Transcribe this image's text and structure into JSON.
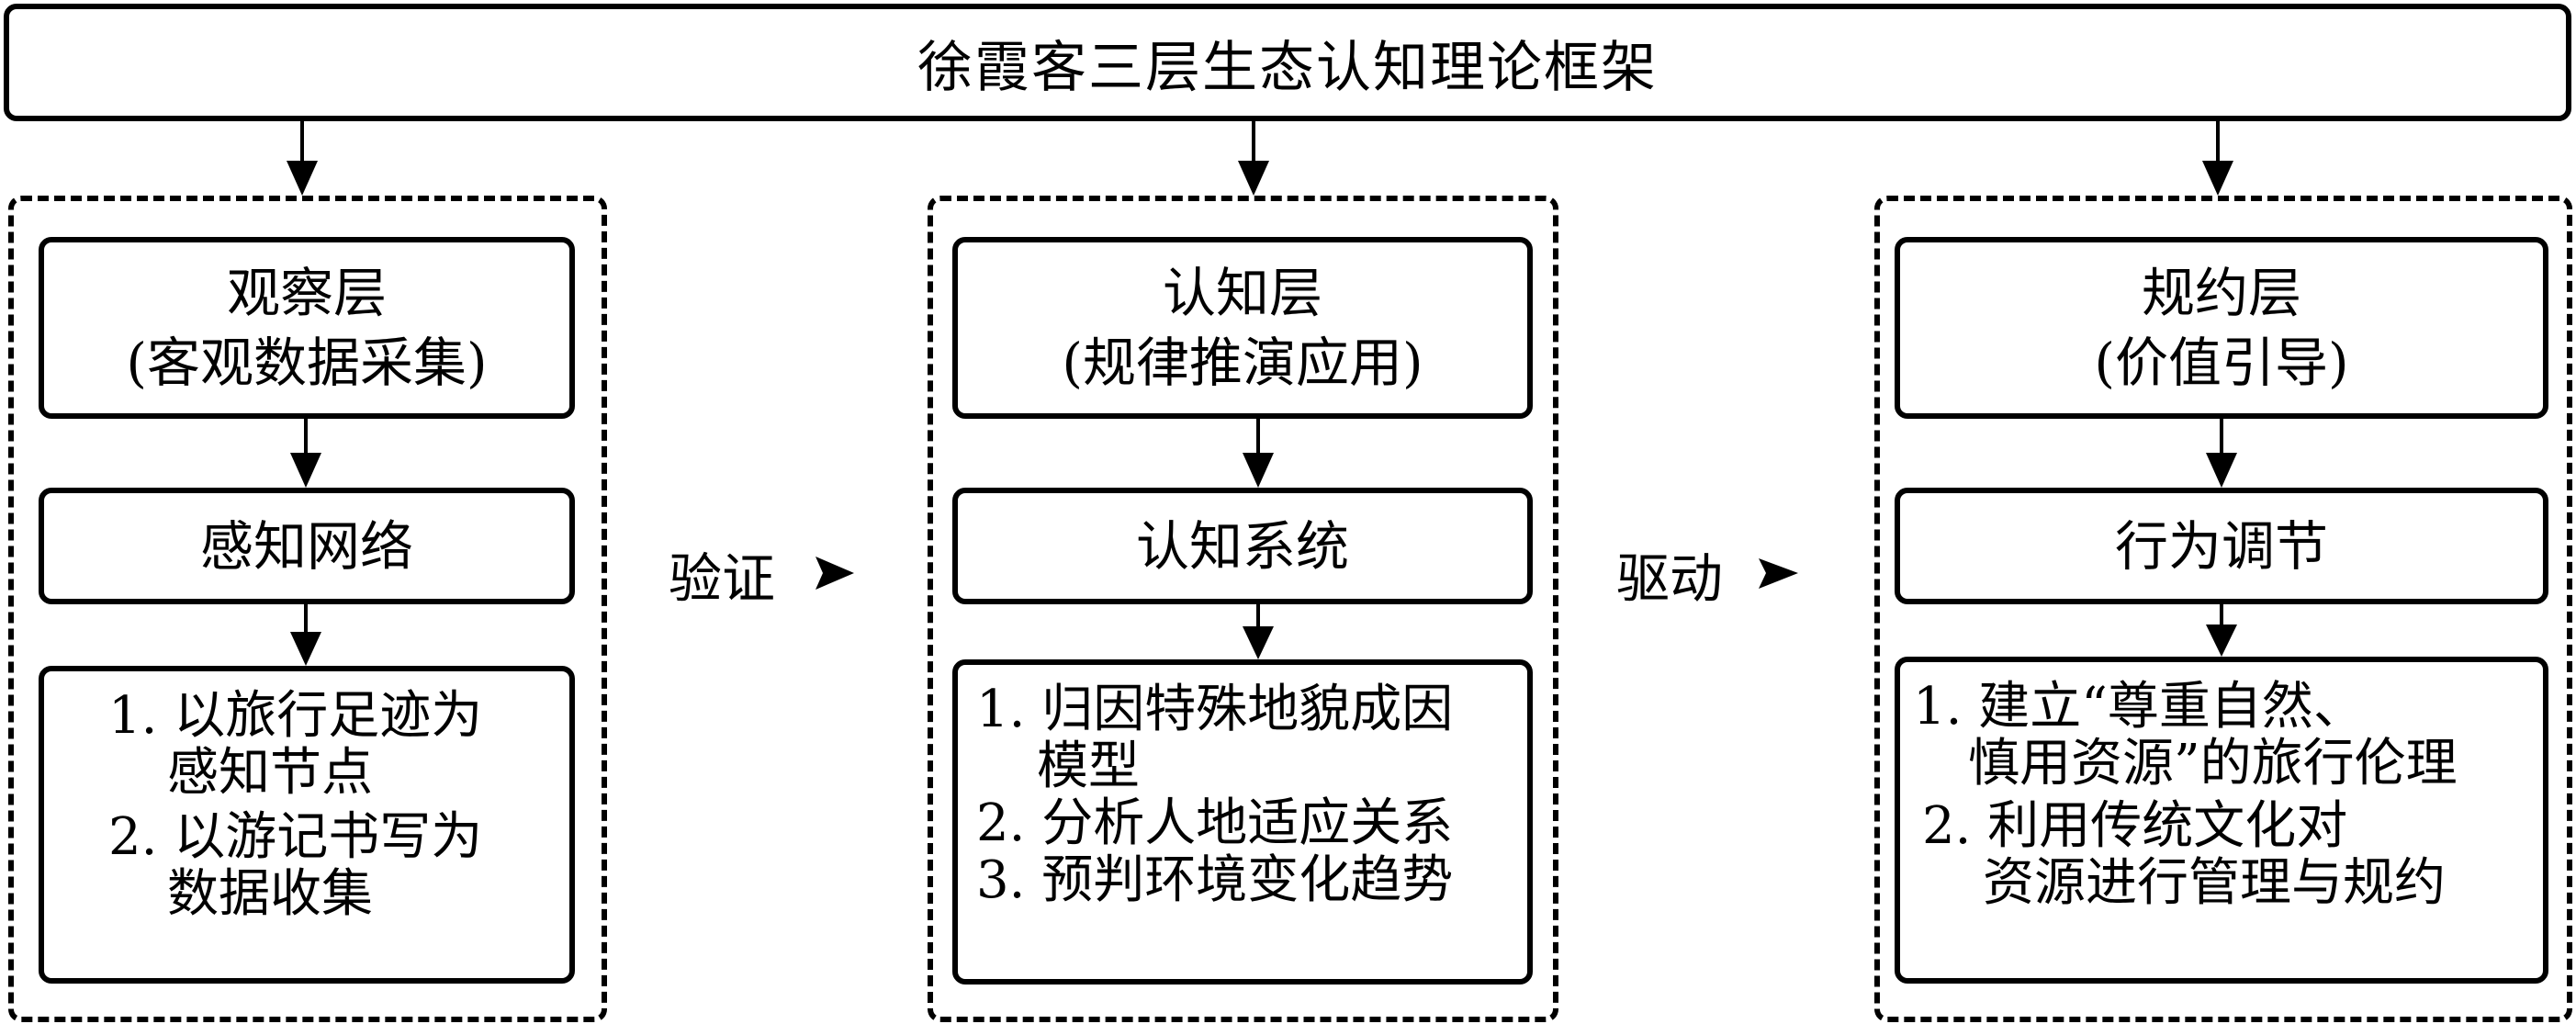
{
  "title": "徐霞客三层生态认知理论框架",
  "connectors": {
    "verify": "验证",
    "drive": "驱动"
  },
  "columns": [
    {
      "layer_name": "观察层",
      "layer_desc": "(客观数据采集)",
      "system": "感知网络",
      "items": [
        {
          "line1": "1. 以旅行足迹为",
          "line2": "感知节点"
        },
        {
          "line1": "2. 以游记书写为",
          "line2": "数据收集"
        }
      ]
    },
    {
      "layer_name": "认知层",
      "layer_desc": "(规律推演应用)",
      "system": "认知系统",
      "items": [
        {
          "line1": "1. 归因特殊地貌成因",
          "line2": "模型"
        },
        {
          "line1": "2. 分析人地适应关系",
          "line2": ""
        },
        {
          "line1": "3. 预判环境变化趋势",
          "line2": ""
        }
      ]
    },
    {
      "layer_name": "规约层",
      "layer_desc": "(价值引导)",
      "system": "行为调节",
      "items": [
        {
          "line1": "1. 建立“尊重自然、",
          "line2": "慎用资源”的旅行伦理"
        },
        {
          "line1": "2. 利用传统文化对",
          "line2": "资源进行管理与规约"
        }
      ]
    }
  ]
}
